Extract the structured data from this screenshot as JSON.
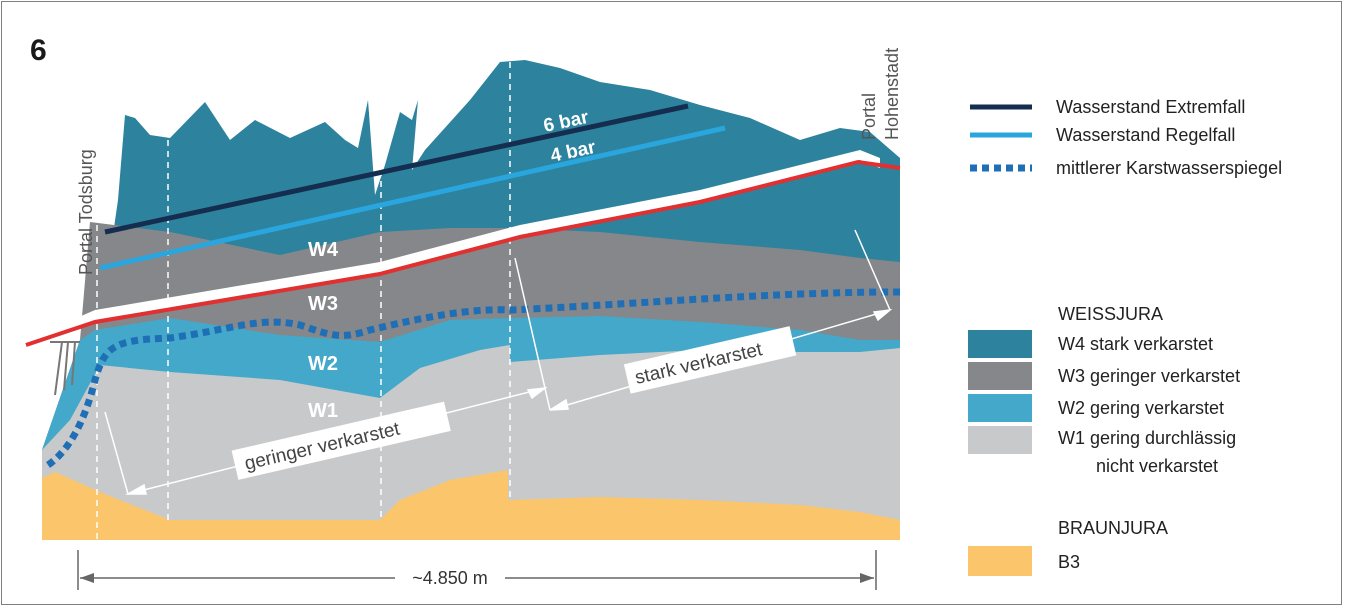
{
  "figure_number": "6",
  "portals": {
    "left": "Portal Todsburg",
    "right_line1": "Portal",
    "right_line2": "Hohenstadt"
  },
  "pressure_labels": {
    "extreme": "6 bar",
    "regular": "4 bar"
  },
  "layer_labels": {
    "w4": "W4",
    "w3": "W3",
    "w2": "W2",
    "w1": "W1"
  },
  "annotations": {
    "lower_karst": "geringer verkarstet",
    "upper_karst": "stark verkarstet",
    "length": "~4.850 m"
  },
  "legend": {
    "lines": [
      {
        "label": "Wasserstand Extremfall",
        "color": "#152d4f",
        "style": "solid"
      },
      {
        "label": "Wasserstand Regelfall",
        "color": "#2aa6de",
        "style": "solid"
      },
      {
        "label": "mittlerer Karstwasserspiegel",
        "color": "#1f6fb6",
        "style": "dotted"
      }
    ],
    "group_weissjura": "WEISSJURA",
    "weissjura_items": [
      {
        "label": "W4 stark verkarstet",
        "color": "#2d829e"
      },
      {
        "label": "W3 geringer verkarstet",
        "color": "#86878a"
      },
      {
        "label": "W2 gering verkarstet",
        "color": "#43a8c9"
      },
      {
        "label": "W1 gering durchlässig",
        "color": "#c8c9ca"
      }
    ],
    "w1_line2": "nicht verkarstet",
    "group_braunjura": "BRAUNJURA",
    "braunjura_items": [
      {
        "label": "B3",
        "color": "#fbc66b"
      }
    ]
  }
}
